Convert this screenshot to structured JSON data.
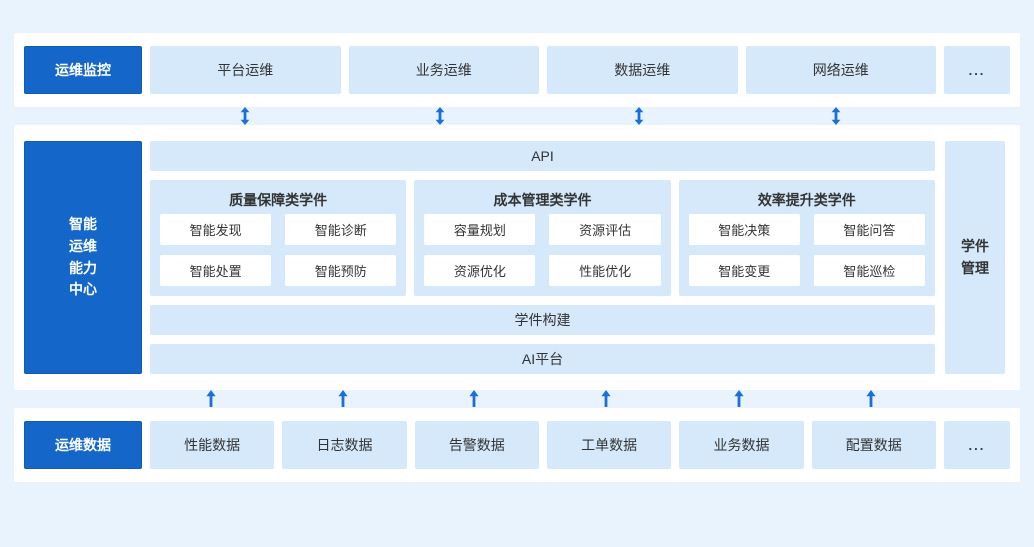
{
  "colors": {
    "accent_blue": "#1467c8",
    "light_blue_box": "#d5e9fb",
    "arrow_blue": "#1b70d8",
    "panel_white": "#ffffff",
    "page_background": "#e9f3fd",
    "text_dark": "#333333"
  },
  "monitoring_row": {
    "label": "运维监控",
    "items": [
      "平台运维",
      "业务运维",
      "数据运维",
      "网络运维"
    ],
    "more": "..."
  },
  "capability_center": {
    "label_lines": [
      "智能",
      "运维",
      "能力",
      "中心"
    ],
    "api_bar": "API",
    "groups": [
      {
        "title": "质量保障类学件",
        "items": [
          "智能发现",
          "智能诊断",
          "智能处置",
          "智能预防"
        ]
      },
      {
        "title": "成本管理类学件",
        "items": [
          "容量规划",
          "资源评估",
          "资源优化",
          "性能优化"
        ]
      },
      {
        "title": "效率提升类学件",
        "items": [
          "智能决策",
          "智能问答",
          "智能变更",
          "智能巡检"
        ]
      }
    ],
    "build_bar": "学件构建",
    "ai_bar": "AI平台",
    "management_lines": [
      "学件",
      "管理"
    ]
  },
  "data_row": {
    "label": "运维数据",
    "items": [
      "性能数据",
      "日志数据",
      "告警数据",
      "工单数据",
      "业务数据",
      "配置数据"
    ],
    "more": "..."
  }
}
